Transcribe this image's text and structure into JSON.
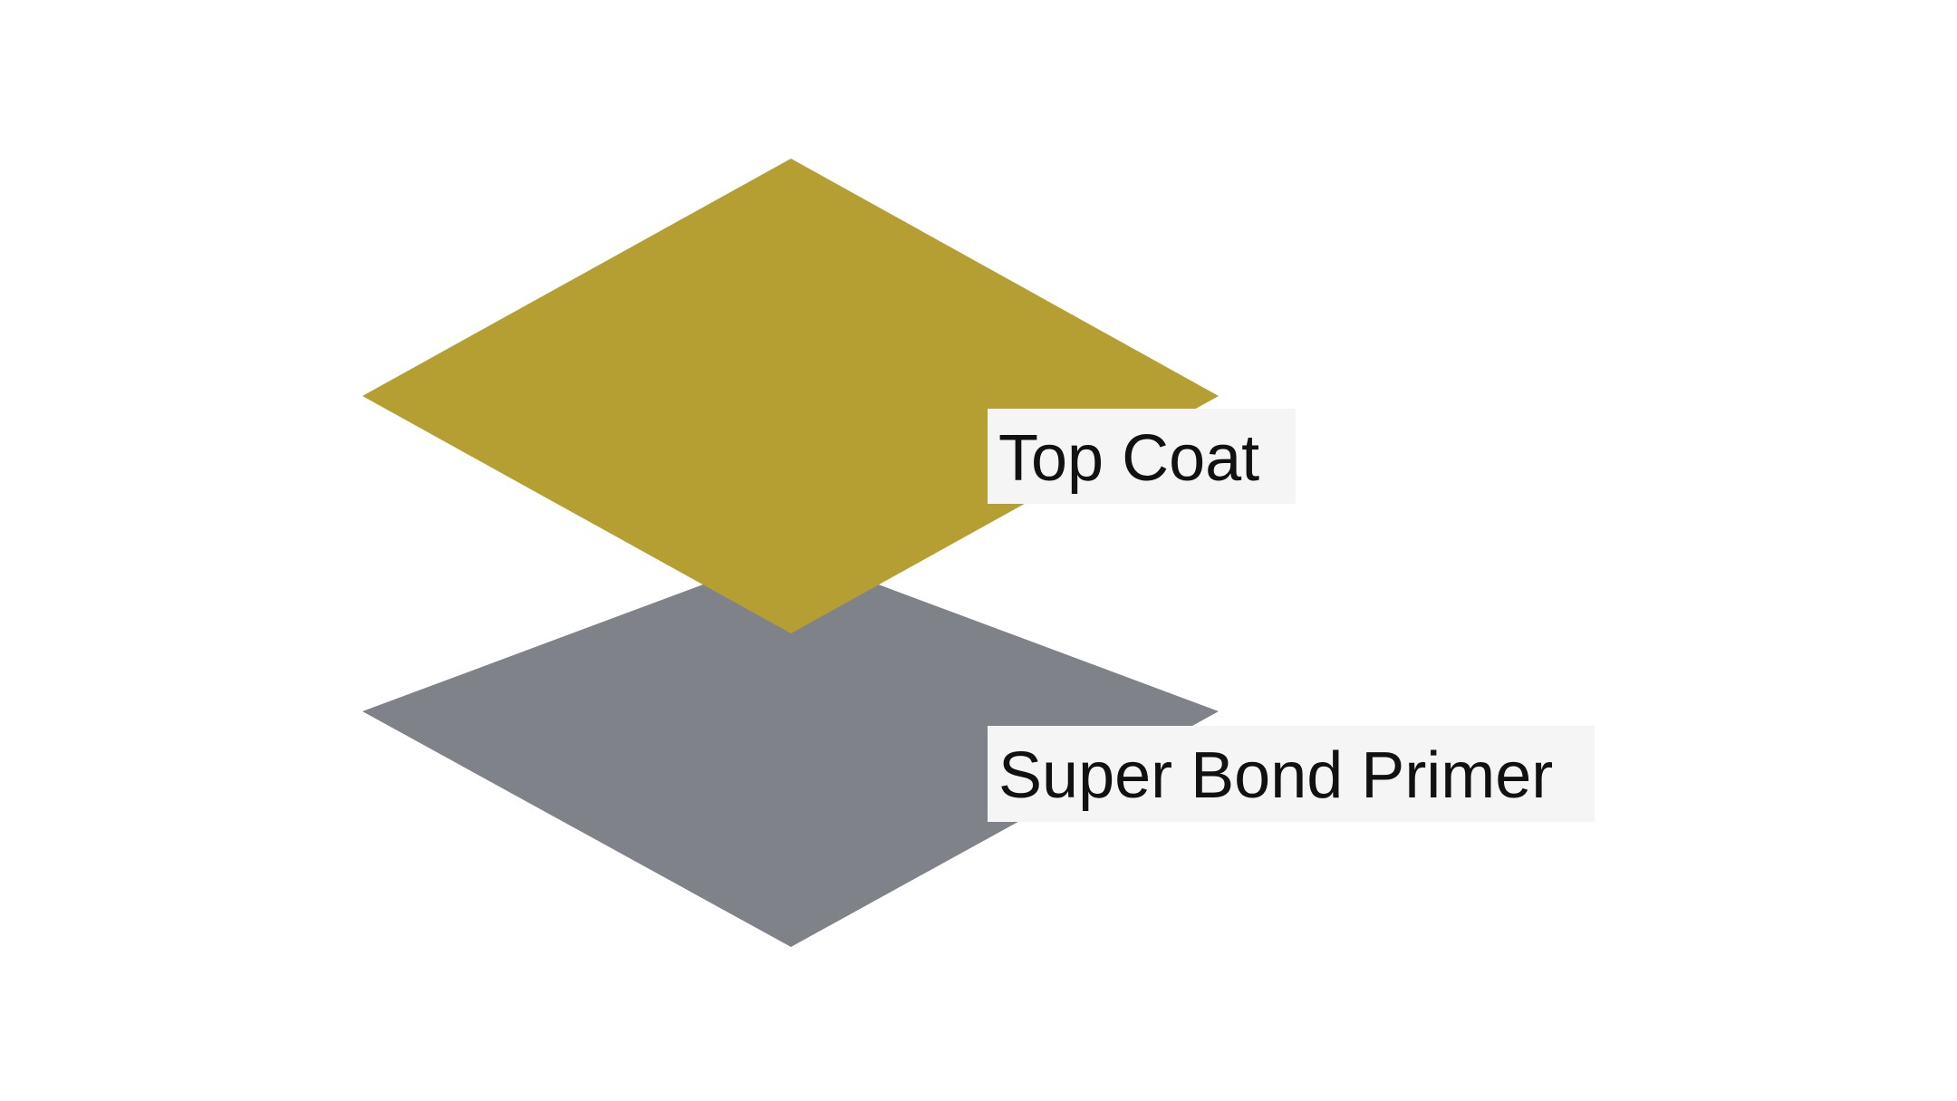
{
  "diagram": {
    "type": "layer-stack",
    "colors": {
      "background": "#ffffff",
      "label_background": "#f5f5f5",
      "label_text": "#111111"
    },
    "layers": [
      {
        "label": "Super Bond Primer",
        "color": "#808289"
      },
      {
        "label": "Top Coat",
        "color": "#b59f32"
      }
    ]
  }
}
